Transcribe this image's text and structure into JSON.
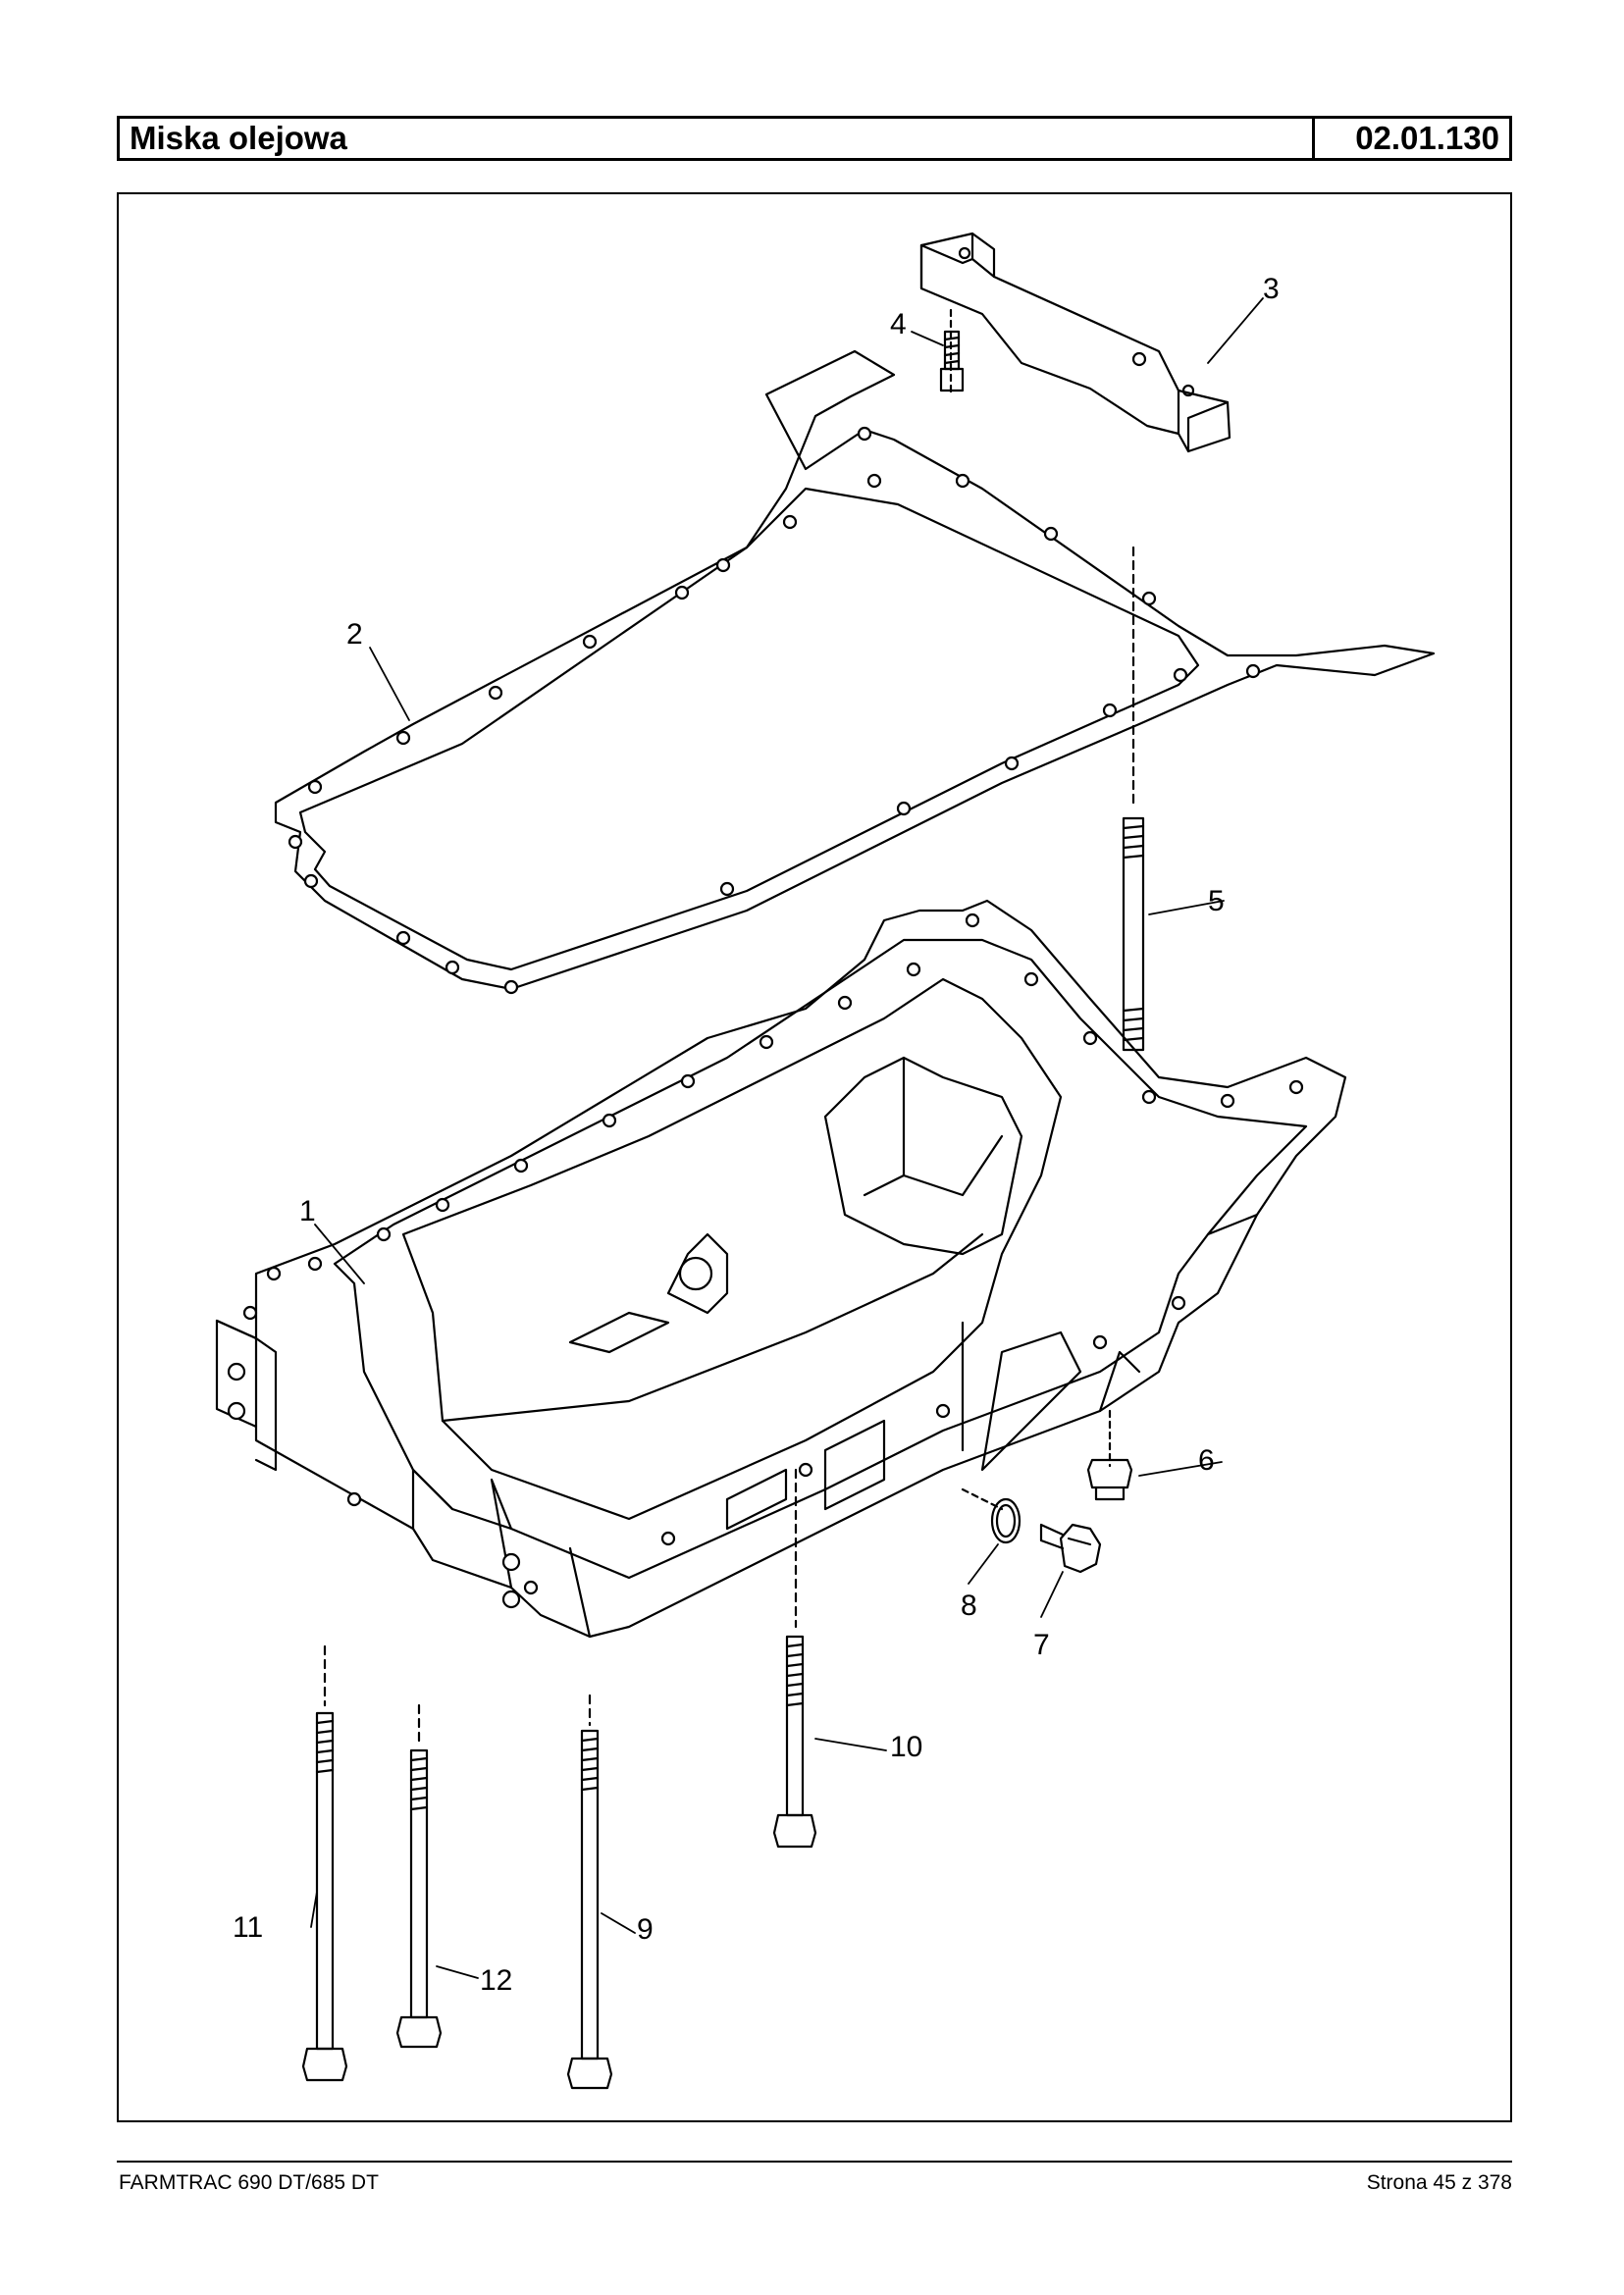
{
  "header": {
    "title": "Miska olejowa",
    "code": "02.01.130"
  },
  "callouts": [
    "1",
    "2",
    "3",
    "4",
    "5",
    "6",
    "7",
    "8",
    "9",
    "10",
    "11",
    "12"
  ],
  "footer": {
    "left": "FARMTRAC 690 DT/685 DT",
    "right": "Strona 45 z 378"
  }
}
